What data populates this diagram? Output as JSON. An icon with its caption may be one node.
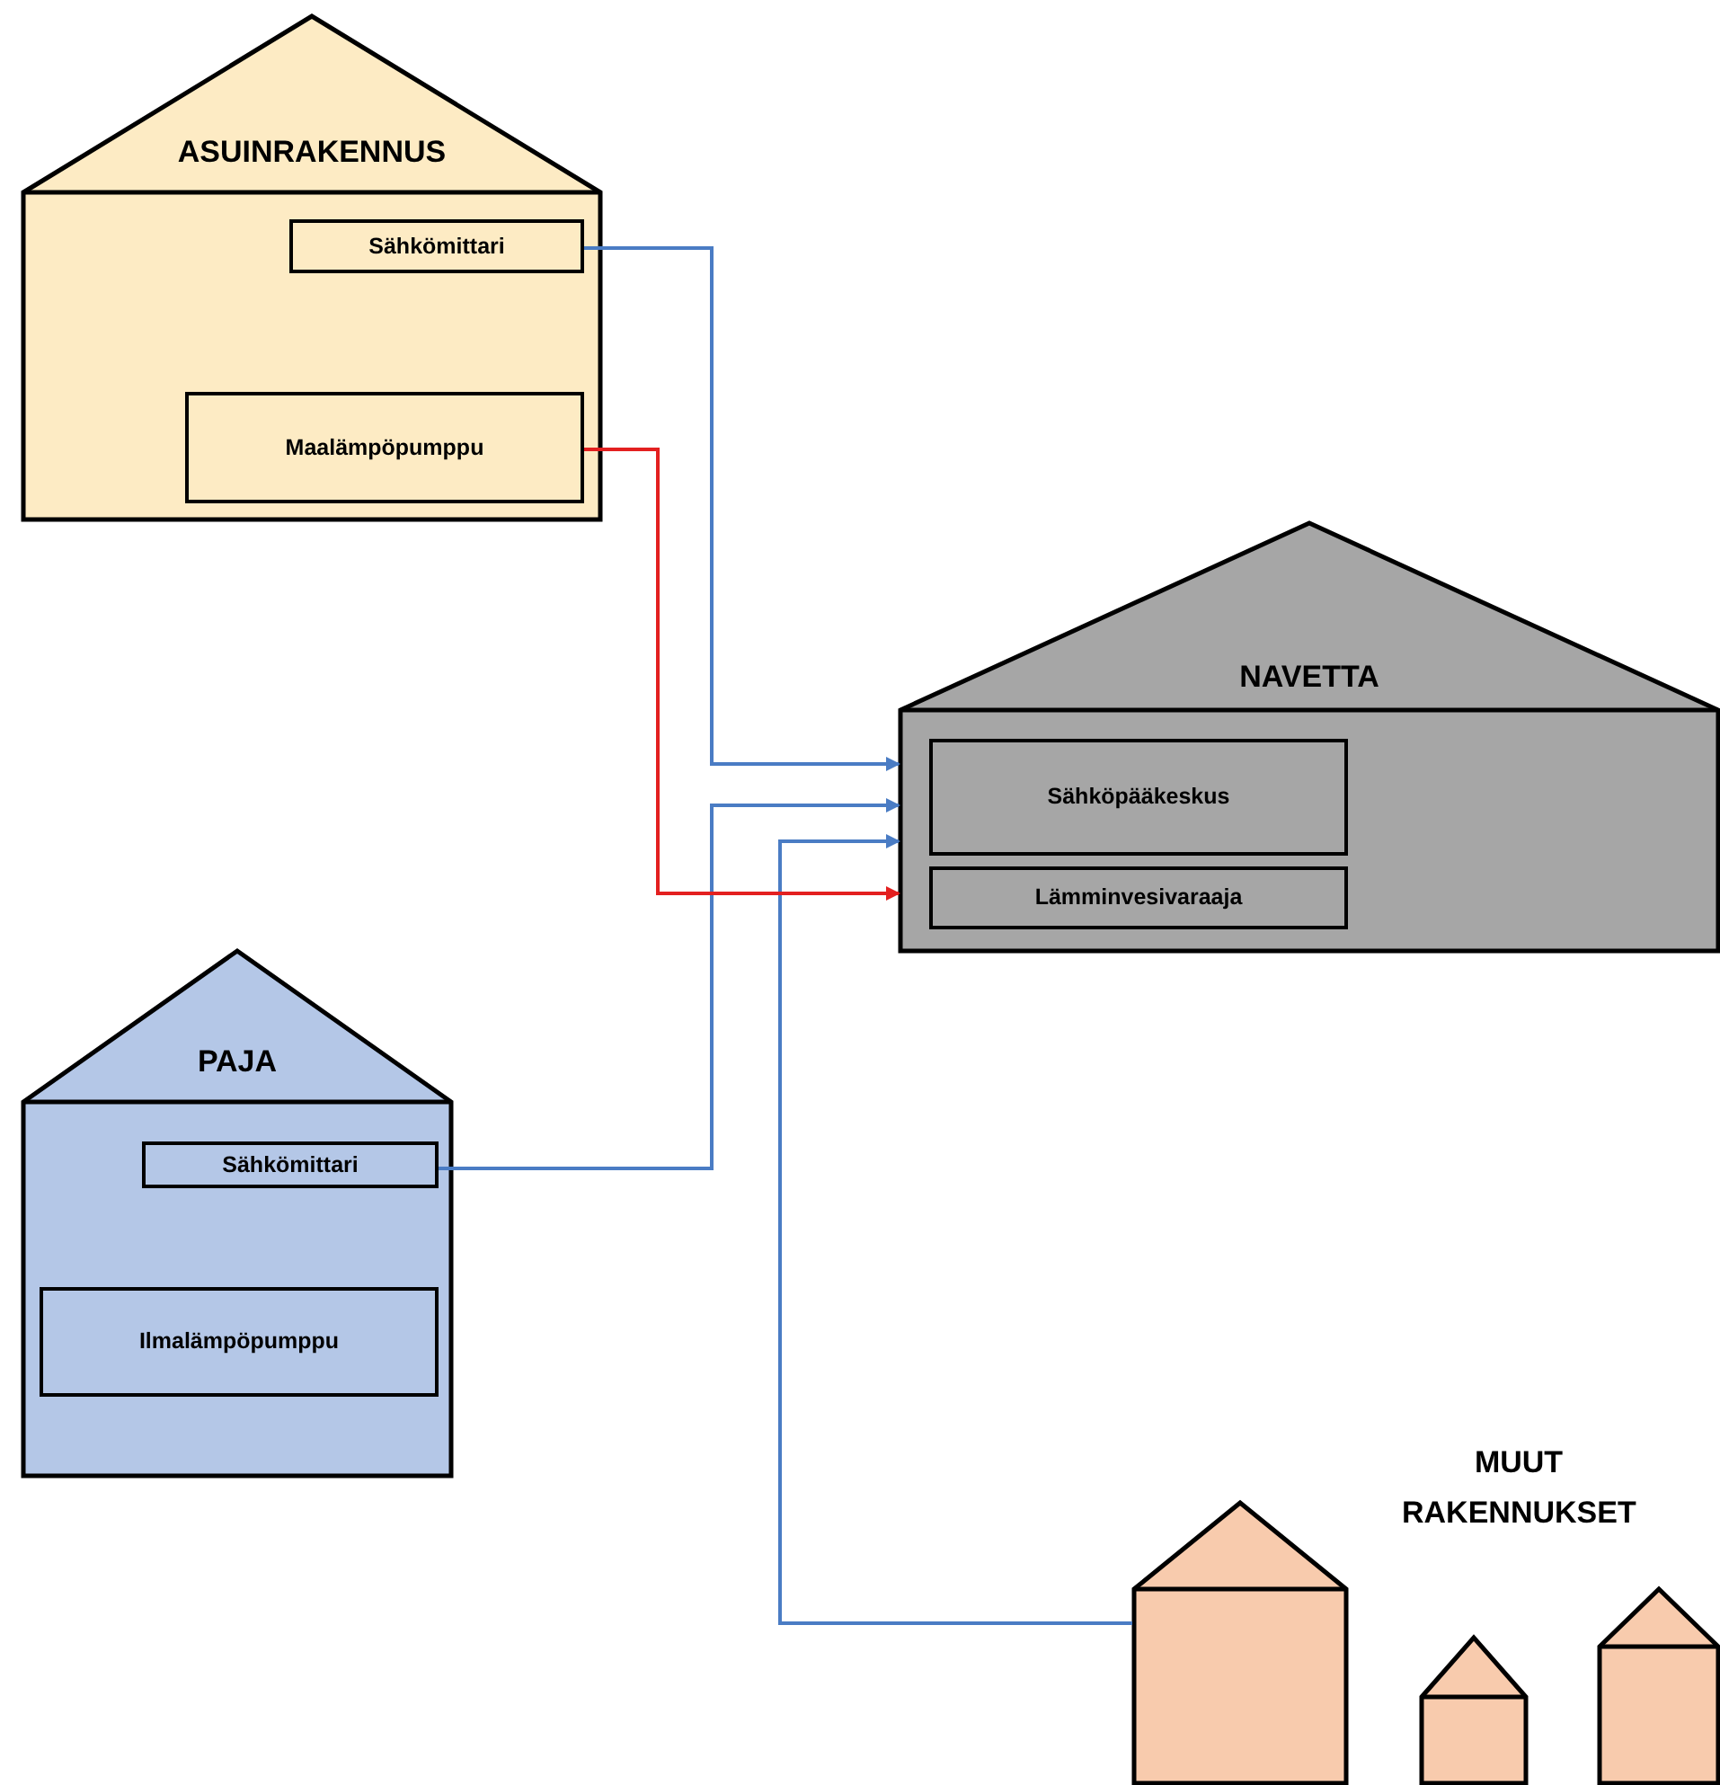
{
  "diagram": {
    "nodes": [
      {
        "text": [
          "ASUINRAKENNUS"
        ]
      },
      {
        "text": [
          "Sähkömittari"
        ],
        "in": 0
      },
      {
        "text": [
          "Maalämpöpumppu"
        ],
        "in": 0
      },
      {
        "text": [
          "NAVETTA"
        ]
      },
      {
        "text": [
          "Sähköpääkeskus"
        ],
        "in": 3
      },
      {
        "text": [
          "Lämminvesivaraaja"
        ],
        "in": 3
      },
      {
        "text": [
          "PAJA"
        ]
      },
      {
        "text": [
          "Sähkömittari"
        ],
        "in": 6
      },
      {
        "text": [
          "Ilmalämpöpumppu"
        ],
        "in": 6
      },
      {
        "text": [],
        "shape": "house"
      },
      {
        "text": [],
        "shape": "house"
      },
      {
        "text": [],
        "shape": "house"
      }
    ],
    "edges": [
      {
        "from": 1,
        "to": 3,
        "arrow": "to"
      },
      {
        "from": 7,
        "to": 3,
        "arrow": "to"
      },
      {
        "from": 9,
        "to": 3,
        "arrow": "to"
      },
      {
        "from": 2,
        "to": 3,
        "arrow": "to",
        "color": "#e32020"
      }
    ],
    "labels": [
      "MUUT RAKENNUKSET"
    ]
  }
}
